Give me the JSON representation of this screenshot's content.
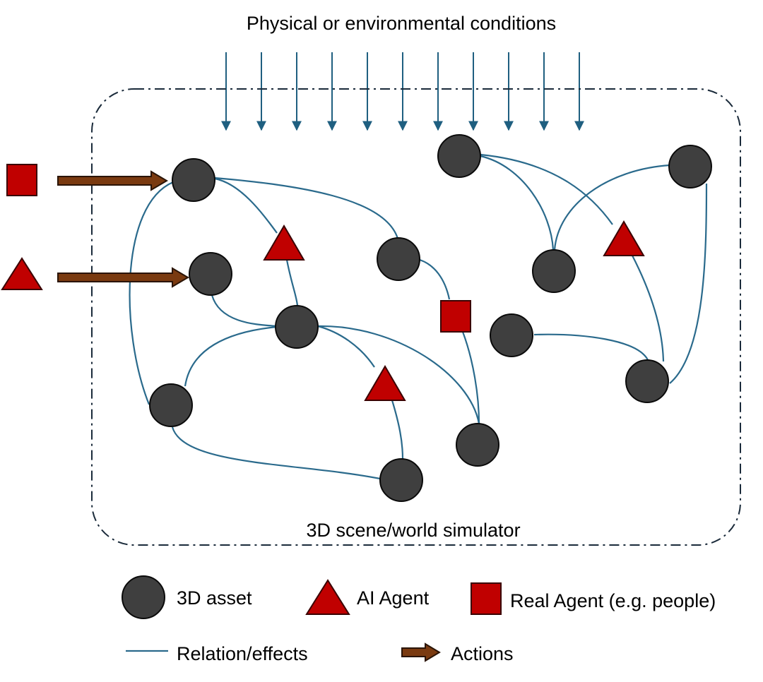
{
  "title_top": "Physical or environmental conditions",
  "simulator_label": "3D scene/world simulator",
  "legend": {
    "asset": "3D asset",
    "ai_agent": "AI Agent",
    "real_agent": "Real Agent (e.g. people)",
    "relation": "Relation/effects",
    "actions": "Actions"
  },
  "colors": {
    "asset_fill": "#3f3f3f",
    "agent_fill": "#c00000",
    "relation_line": "#2a6a8c",
    "action_arrow": "#7a3a10",
    "frame": "#1a2a3a"
  }
}
